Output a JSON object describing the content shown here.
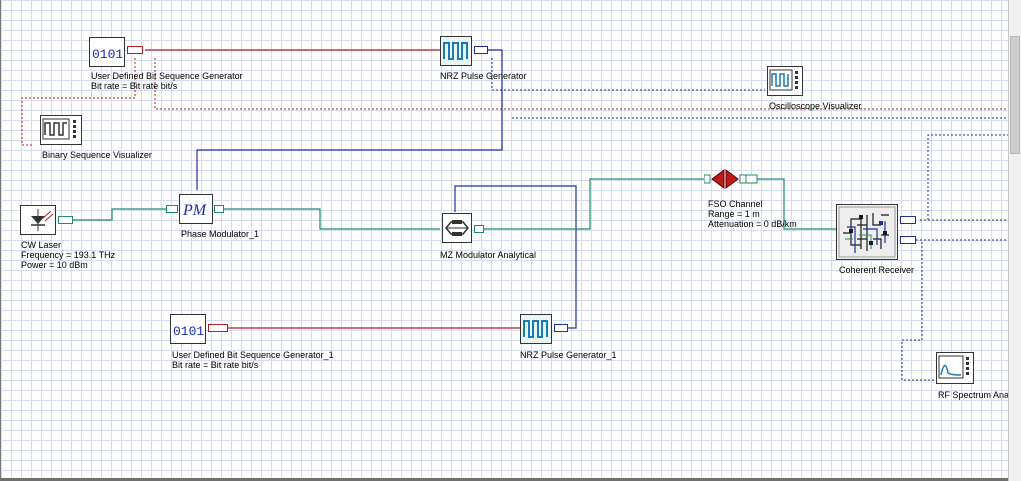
{
  "components": {
    "bitgen1": {
      "name": "User Defined Bit Sequence Generator",
      "param": "Bit rate = Bit rate  bit/s",
      "icon_text": "0101"
    },
    "nrz1": {
      "name": "NRZ Pulse Generator"
    },
    "osc": {
      "name": "Oscilloscope Visualizer"
    },
    "binvis": {
      "name": "Binary Sequence Visualizer"
    },
    "laser": {
      "name": "CW Laser",
      "freq": "Frequency = 193.1  THz",
      "power": "Power = 10  dBm"
    },
    "pm": {
      "name": "Phase Modulator_1",
      "icon_text": "PM"
    },
    "mz": {
      "name": "MZ Modulator Analytical"
    },
    "fso": {
      "name": "FSO Channel",
      "range": "Range = 1  m",
      "atten": "Attenuation = 0  dB/km"
    },
    "coh": {
      "name": "Coherent Receiver"
    },
    "bitgen2": {
      "name": "User Defined Bit Sequence Generator_1",
      "param": "Bit rate = Bit rate  bit/s",
      "icon_text": "0101"
    },
    "nrz2": {
      "name": "NRZ Pulse Generator_1"
    },
    "rfspec": {
      "name": "RF Spectrum Ana"
    }
  },
  "colors": {
    "electrical_link": "#b01f24",
    "optical_link": "#1f8a6d",
    "pulse_link": "#1f2fa0",
    "port_electrical": "#b01f24",
    "port_optical": "#1f8a6d",
    "port_blue": "#1f2fa0"
  }
}
